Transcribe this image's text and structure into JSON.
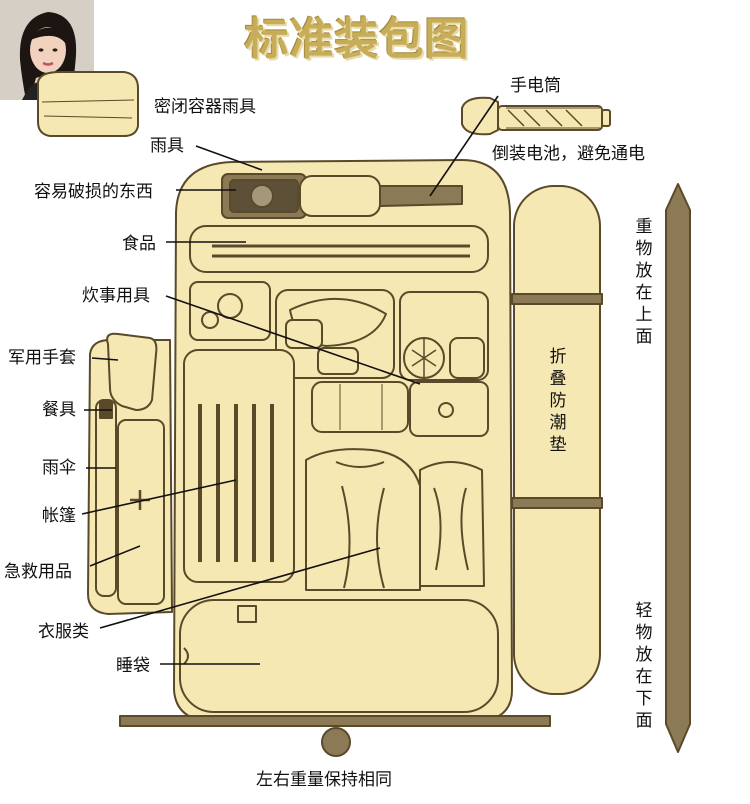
{
  "title": "标准装包图",
  "labels": {
    "sealed_rain": "密闭容器雨具",
    "flashlight": "手电筒",
    "battery_note": "倒装电池，避免通电",
    "raingear": "雨具",
    "fragile": "容易破损的东西",
    "food": "食品",
    "cooking": "炊事用具",
    "gloves": "军用手套",
    "tableware": "餐具",
    "umbrella": "雨伞",
    "tent": "帐篷",
    "firstaid": "急救用品",
    "clothes": "衣服类",
    "sleeping_bag": "睡袋",
    "balance": "左右重量保持相同"
  },
  "vertical": {
    "mat": "折叠防潮垫",
    "heavy_top": "重物放在上面",
    "light_bottom": "轻物放在下面"
  },
  "colors": {
    "fill": "#f5e8b2",
    "fill_dark": "#ecd892",
    "outline": "#5a4a2a",
    "title": "#c8ad58"
  }
}
